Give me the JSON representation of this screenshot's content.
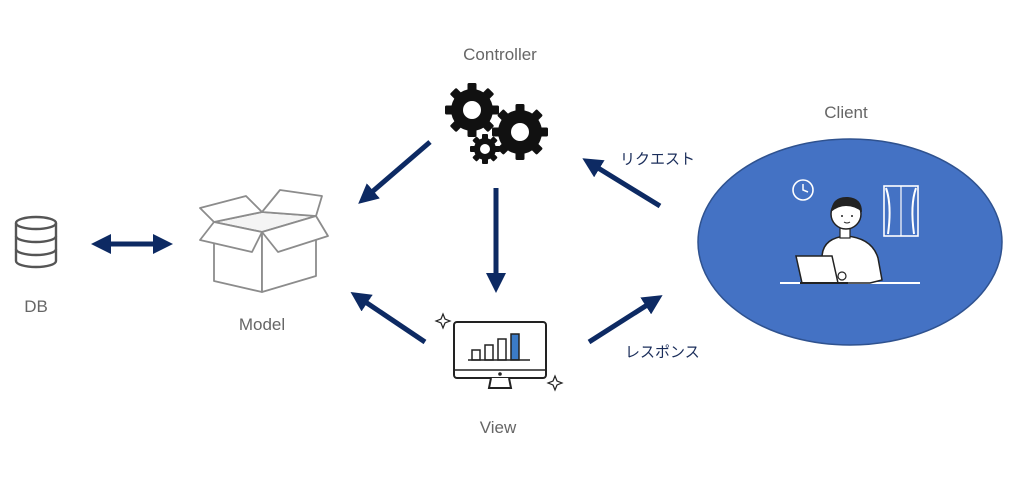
{
  "nodes": {
    "db": {
      "label": "DB"
    },
    "model": {
      "label": "Model"
    },
    "controller": {
      "label": "Controller"
    },
    "view": {
      "label": "View"
    },
    "client": {
      "label": "Client"
    }
  },
  "edges": {
    "request": {
      "label": "リクエスト"
    },
    "response": {
      "label": "レスポンス"
    }
  },
  "colors": {
    "arrow": "#0d2a63",
    "client_fill": "#4472c4",
    "client_stroke": "#2f528f",
    "label": "#666666",
    "icon_gray": "#9a9a9a",
    "chart_highlight": "#3b7bc7"
  }
}
